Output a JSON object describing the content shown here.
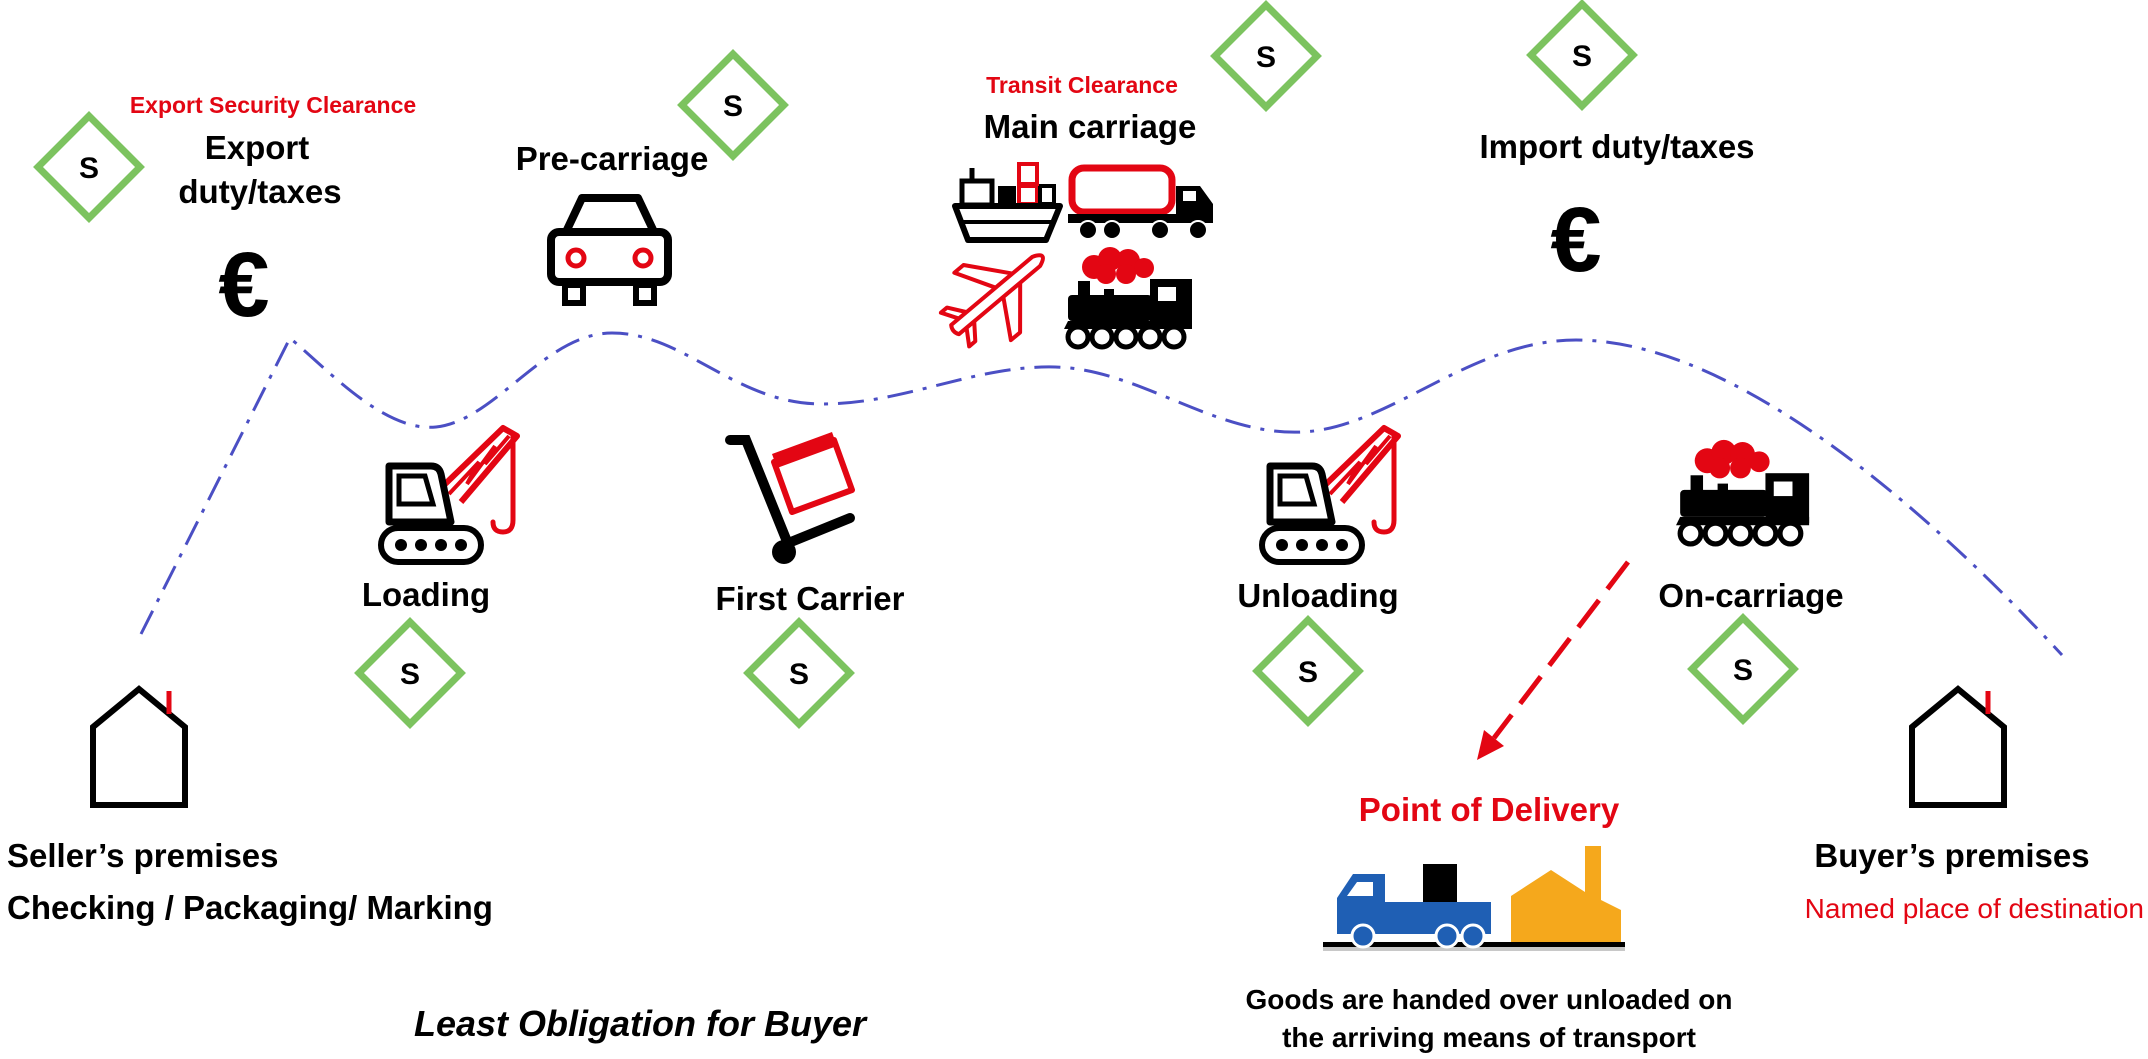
{
  "colors": {
    "red": "#e30613",
    "green": "#7cc35f",
    "curve": "#4b4fc4",
    "text": "#000000",
    "delivery_blue": "#1f5fb4",
    "delivery_orange": "#f5a81c"
  },
  "export": {
    "security_clearance": "Export Security Clearance",
    "duty_line1": "Export",
    "duty_line2": "duty/taxes",
    "currency": "€"
  },
  "pre_carriage": {
    "label": "Pre-carriage"
  },
  "main_carriage": {
    "clearance": "Transit Clearance",
    "label": "Main carriage"
  },
  "import": {
    "duty": "Import duty/taxes",
    "currency": "€"
  },
  "steps": {
    "loading": "Loading",
    "first_carrier": "First Carrier",
    "unloading": "Unloading",
    "on_carriage": "On-carriage"
  },
  "seller": {
    "title": "Seller’s premises",
    "subtitle": "Checking / Packaging/ Marking"
  },
  "buyer": {
    "title": "Buyer’s premises",
    "subtitle": "Named place of destination"
  },
  "delivery": {
    "title": "Point of Delivery",
    "note_line1": "Goods are handed over unloaded on",
    "note_line2": "the arriving means of transport"
  },
  "footer": {
    "caption": "Least Obligation for Buyer"
  },
  "badges": {
    "export": "S",
    "pre_carriage": "S",
    "main_carriage": "S",
    "import": "S",
    "loading": "S",
    "first_carrier": "S",
    "unloading": "S",
    "on_carriage": "S"
  },
  "icons": {
    "pre_carriage": "car-icon",
    "main_carriage": [
      "ship-icon",
      "truck-icon",
      "plane-icon",
      "train-icon"
    ],
    "loading": "crane-icon",
    "first_carrier": "hand-truck-icon",
    "unloading": "crane-icon",
    "on_carriage": "train-icon",
    "premises": "house-icon",
    "point_of_delivery": [
      "delivery-truck-icon",
      "factory-icon"
    ]
  }
}
